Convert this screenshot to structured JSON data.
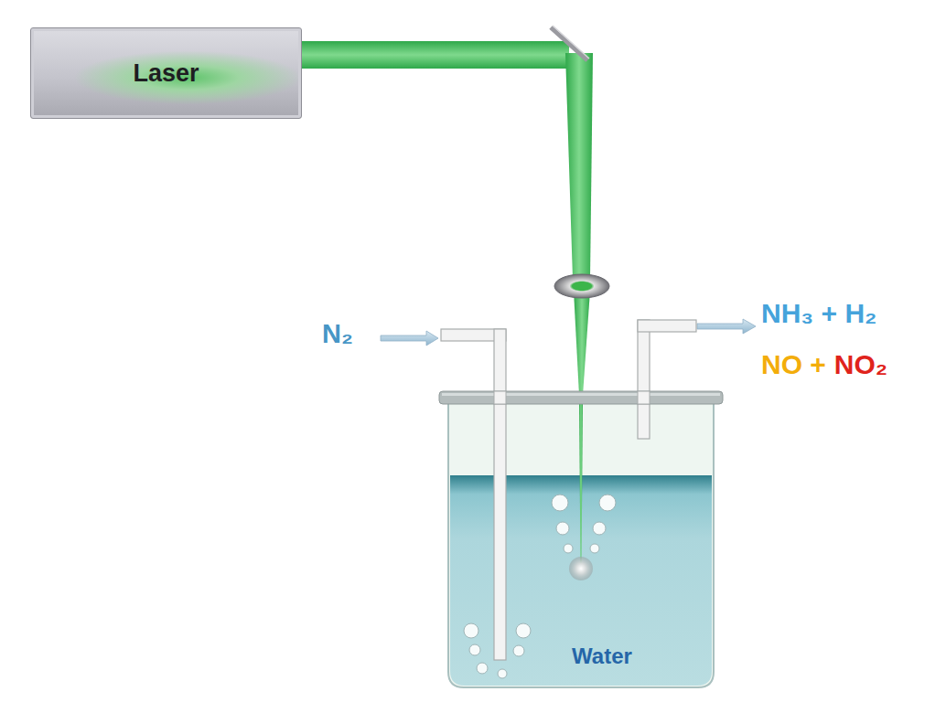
{
  "diagram": {
    "nodes": [
      {
        "text": [
          "Laser"
        ]
      },
      {
        "text": [
          "Water"
        ]
      }
    ],
    "labels": [
      "N₂",
      "NH₃ + H₂",
      "NO +",
      "NO₂"
    ]
  }
}
